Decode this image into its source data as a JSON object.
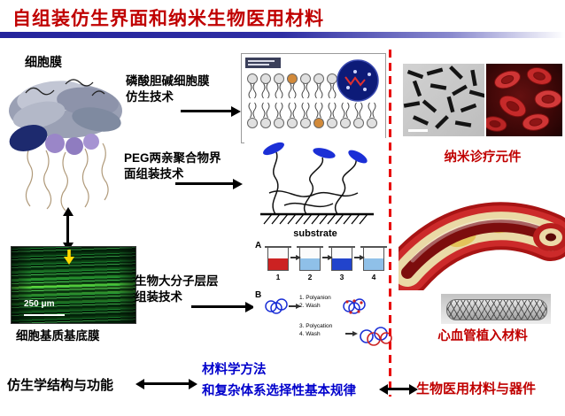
{
  "slide": {
    "title": "自组装仿生界面和纳米生物医用材料"
  },
  "left_panel": {
    "cell_membrane_label": "细胞膜",
    "basement_membrane_label": "细胞基质基底膜",
    "micrograph_scale": "250 μm"
  },
  "techniques": {
    "phosphorylcholine": "磷酸胆碱细胞膜\n仿生技术",
    "peg": "PEG两亲聚合物界\n面组装技术",
    "layer_by_layer": "生物大分子层层\n组装技术"
  },
  "figures": {
    "substrate_label": "substrate",
    "lbl": {
      "label_a": "A",
      "label_b": "B",
      "beakers": [
        "1",
        "2",
        "3",
        "4"
      ],
      "step_1": "1. Polyanion",
      "step_2": "2. Wash",
      "step_3": "3. Polycation",
      "step_4": "4. Wash"
    }
  },
  "right_panel": {
    "nano_label": "纳米诊疗元件",
    "cardio_label": "心血管植入材料"
  },
  "bottom": {
    "left": "仿生学结构与功能",
    "middle_line1": "材料学方法",
    "middle_line2": "和复杂体系选择性基本规律",
    "right": "生物医用材料与器件"
  },
  "colors": {
    "title_red": "#c00000",
    "bar_blue": "#24249c",
    "divider_red": "#e80000",
    "method_blue": "#0000cc"
  }
}
